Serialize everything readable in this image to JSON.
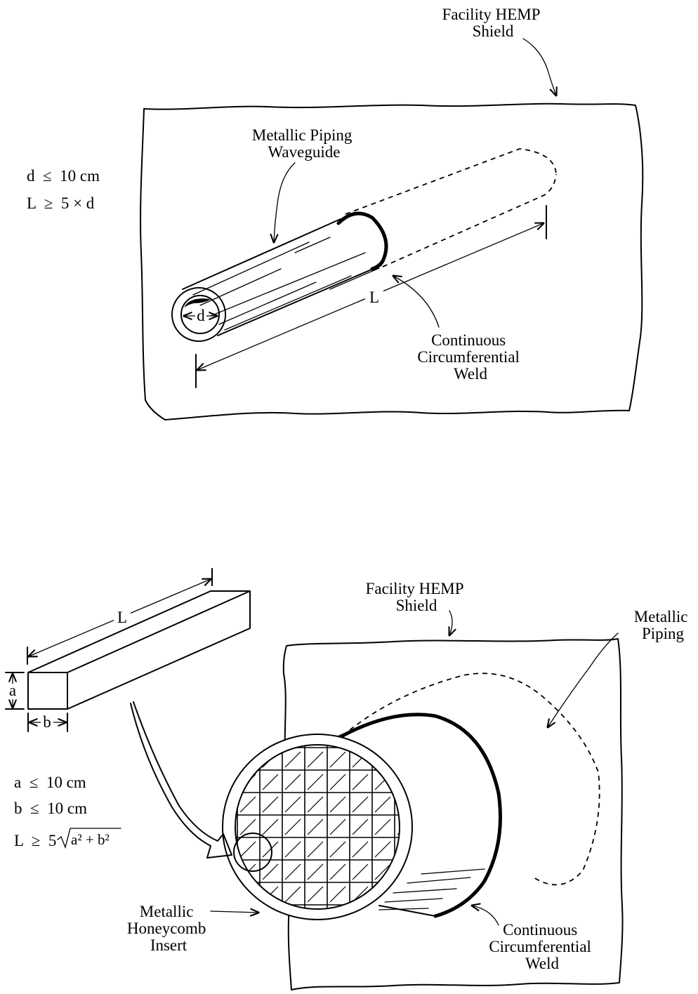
{
  "top_figure": {
    "shield_label": [
      "Facility HEMP",
      "Shield"
    ],
    "pipe_label": [
      "Metallic Piping",
      "Waveguide"
    ],
    "weld_label": [
      "Continuous",
      "Circumferential",
      "Weld"
    ],
    "dim_d": "d",
    "dim_L": "L",
    "eq1": "d  ≤  10 cm",
    "eq2": "L  ≥  5 × d"
  },
  "bottom_figure": {
    "shield_label": [
      "Facility HEMP",
      "Shield"
    ],
    "pipe_label": [
      "Metallic",
      "Piping"
    ],
    "insert_label": [
      "Metallic",
      "Honeycomb",
      "Insert"
    ],
    "weld_label": [
      "Continuous",
      "Circumferential",
      "Weld"
    ],
    "dim_L": "L",
    "dim_a": "a",
    "dim_b": "b",
    "eq1": "a  ≤  10 cm",
    "eq2": "b  ≤  10 cm",
    "eq3_prefix": "L  ≥  5",
    "eq3_radicand": "a² + b²"
  }
}
